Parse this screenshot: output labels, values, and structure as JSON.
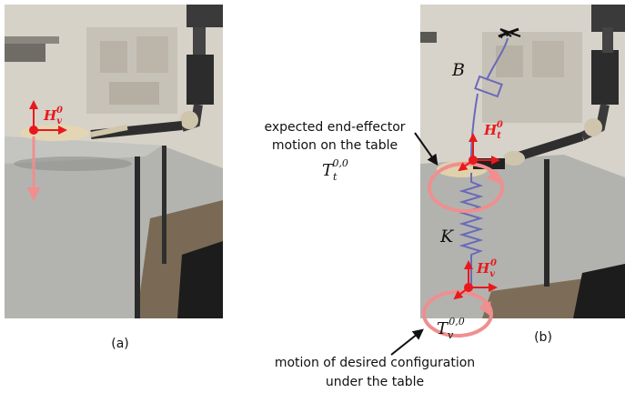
{
  "panel_a": {
    "label": "(a)",
    "frame_label_main": "H",
    "frame_label_sub": "v",
    "frame_label_sup": "0"
  },
  "panel_b": {
    "label": "(b)",
    "top_frame_main": "H",
    "top_frame_sub": "t",
    "top_frame_sup": "0",
    "bottom_frame_main": "H",
    "bottom_frame_sub": "v",
    "bottom_frame_sup": "0",
    "damper_label": "B",
    "spring_label": "K"
  },
  "annotations": {
    "expected_line1": "expected end-effector",
    "expected_line2": "motion on the table",
    "expected_T_main": "T",
    "expected_T_sub": "t",
    "expected_T_sup": "0,0",
    "desired_line1": "motion of desired configuration",
    "desired_line2": "under the table",
    "desired_T_main": "T",
    "desired_T_sub": "v",
    "desired_T_sup": "0,0"
  },
  "colors": {
    "frame_red": "#e8191c",
    "trajectory_pink": "#ef8f8f",
    "spring_blue": "#6a6ab8",
    "wall": "#d9d5cc",
    "table": "#b3b4b0",
    "floor": "#7a6a55"
  }
}
